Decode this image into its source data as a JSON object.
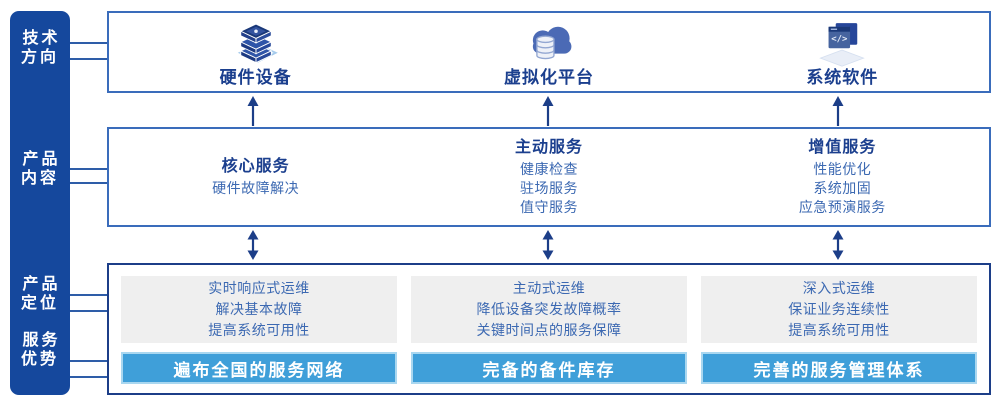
{
  "colors": {
    "sidebar_bg": "#15489d",
    "box_border": "#3a6cbb",
    "dark_navy": "#1c3e88",
    "panel_bg": "#efefef",
    "bar_bg": "#3f9fd9",
    "bar_border": "#a9d7f0",
    "title_text": "#1b3f8e",
    "body_text": "#3c69b2",
    "connector": "#2e5da8"
  },
  "sidebar": {
    "items": [
      {
        "label": "技术\n方向"
      },
      {
        "label": "产品\n内容"
      },
      {
        "label": "产品\n定位"
      },
      {
        "label": "服务\n优势"
      }
    ]
  },
  "tech_row": {
    "columns": [
      {
        "icon": "server-stack-icon",
        "label": "硬件设备"
      },
      {
        "icon": "cloud-database-icon",
        "label": "虚拟化平台"
      },
      {
        "icon": "code-window-icon",
        "label": "系统软件"
      }
    ]
  },
  "content_row": {
    "columns": [
      {
        "title": "核心服务",
        "items": [
          "硬件故障解决"
        ]
      },
      {
        "title": "主动服务",
        "items": [
          "健康检查",
          "驻场服务",
          "值守服务"
        ]
      },
      {
        "title": "增值服务",
        "items": [
          "性能优化",
          "系统加固",
          "应急预演服务"
        ]
      }
    ]
  },
  "bottom_row": {
    "columns": [
      {
        "positioning": [
          "实时响应式运维",
          "解决基本故障",
          "提高系统可用性"
        ],
        "advantage": "遍布全国的服务网络"
      },
      {
        "positioning": [
          "主动式运维",
          "降低设备突发故障概率",
          "关键时间点的服务保障"
        ],
        "advantage": "完备的备件库存"
      },
      {
        "positioning": [
          "深入式运维",
          "保证业务连续性",
          "提高系统可用性"
        ],
        "advantage": "完善的服务管理体系"
      }
    ]
  }
}
